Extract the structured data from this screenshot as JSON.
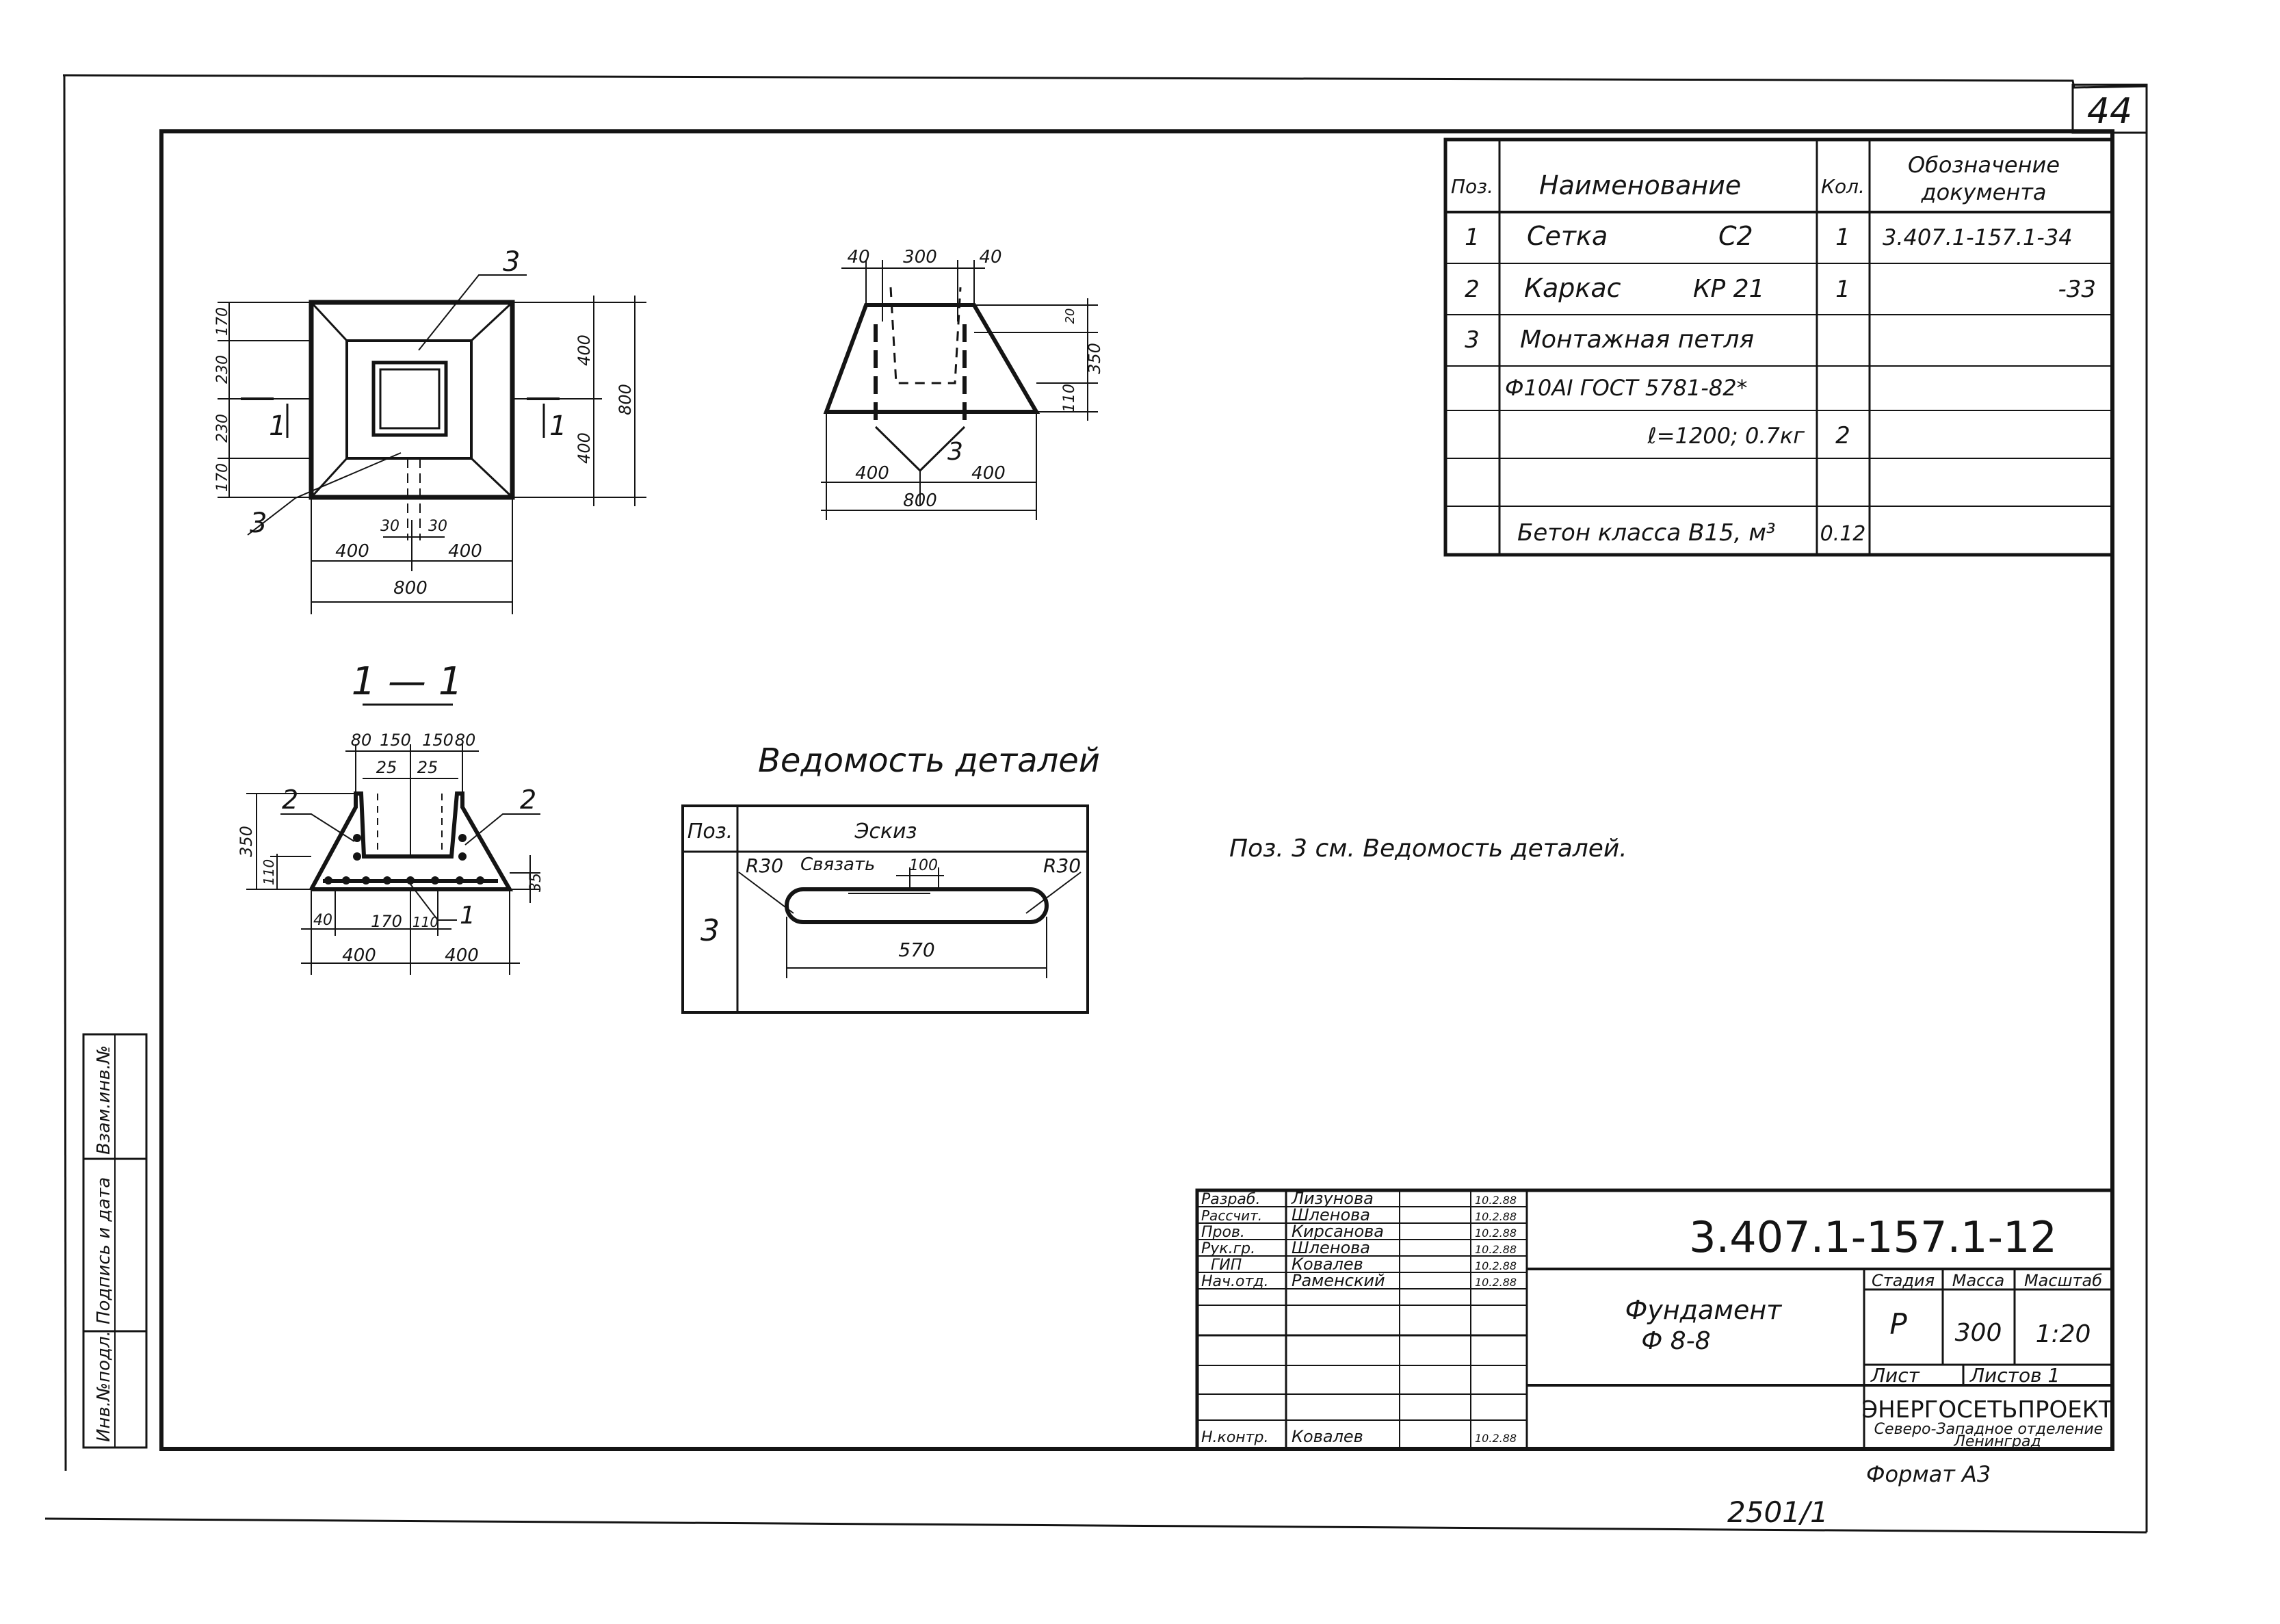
{
  "sheet": {
    "number": "44",
    "stamp_below": "2501/1",
    "format": "Формат А3",
    "side_stamp": [
      "Инв.№подл.",
      "Подпись и дата",
      "Взам.инв.№"
    ]
  },
  "spec_table": {
    "headers": {
      "pos": "Поз.",
      "name": "Наименование",
      "qty": "Кол.",
      "doc1": "Обозначение",
      "doc2": "документа"
    },
    "rows": [
      {
        "pos": "1",
        "name": "Сетка",
        "mark": "С2",
        "qty": "1",
        "doc": "3.407.1-157.1-34"
      },
      {
        "pos": "2",
        "name": "Каркас",
        "mark": "КР 21",
        "qty": "1",
        "doc": "-33"
      },
      {
        "pos": "3",
        "name": "Монтажная петля",
        "mark": "",
        "qty": "",
        "doc": ""
      },
      {
        "pos": "",
        "name": "Ф10АI  ГОСТ 5781-82*",
        "mark": "",
        "qty": "",
        "doc": ""
      },
      {
        "pos": "",
        "name": "ℓ=1200; 0.7кг",
        "mark": "",
        "qty": "2",
        "doc": ""
      },
      {
        "pos": "",
        "name": "",
        "mark": "",
        "qty": "",
        "doc": ""
      },
      {
        "pos": "",
        "name": "Бетон класса В15, м³",
        "mark": "",
        "qty": "0.12",
        "doc": ""
      }
    ]
  },
  "plan_view": {
    "dims_bottom": [
      "400",
      "400",
      "800",
      "30",
      "30"
    ],
    "dims_left": [
      "170",
      "230",
      "230",
      "170"
    ],
    "dims_right": [
      "400",
      "400",
      "800"
    ],
    "callouts": [
      "3",
      "3"
    ],
    "section_marks": [
      "1",
      "1"
    ]
  },
  "side_view": {
    "dims_top": [
      "40",
      "300",
      "40"
    ],
    "dims_right": [
      "20",
      "350",
      "110"
    ],
    "dims_bottom": [
      "400",
      "400",
      "800"
    ],
    "callout": "3"
  },
  "section": {
    "title": "1 — 1",
    "dims_top": [
      "80",
      "150",
      "150",
      "80",
      "25",
      "25"
    ],
    "dims_left": [
      "350",
      "110"
    ],
    "dims_right": [
      "35"
    ],
    "dims_bottom": [
      "40",
      "170",
      "110",
      "400",
      "400"
    ],
    "callouts": [
      "2",
      "2",
      "1"
    ]
  },
  "details": {
    "title": "Ведомость деталей",
    "col_pos": "Поз.",
    "col_sketch": "Эскиз",
    "pos": "3",
    "r_left": "R30",
    "r_right": "R30",
    "tie": "Связать",
    "tie_len": "100",
    "length": "570"
  },
  "note": "Поз. 3  см.  Ведомость  деталей.",
  "title_block": {
    "designation": "3.407.1-157.1-12",
    "people": [
      {
        "role": "Разраб.",
        "name": "Лизунова",
        "date": "10.2.88"
      },
      {
        "role": "Рассчит.",
        "name": "Шленова",
        "date": "10.2.88"
      },
      {
        "role": "Пров.",
        "name": "Кирсанова",
        "date": "10.2.88"
      },
      {
        "role": "Рук.гр.",
        "name": "Шленова",
        "date": "10.2.88"
      },
      {
        "role": "ГИП",
        "name": "Ковалев",
        "date": "10.2.88"
      },
      {
        "role": "Нач.отд.",
        "name": "Раменский",
        "date": "10.2.88"
      }
    ],
    "control": {
      "role": "Н.контр.",
      "name": "Ковалев",
      "date": "10.2.88"
    },
    "item_name1": "Фундамент",
    "item_name2": "Ф 8-8",
    "stage_label": "Стадия",
    "mass_label": "Масса",
    "scale_label": "Масштаб",
    "stage": "Р",
    "mass": "300",
    "scale": "1:20",
    "sheet_label": "Лист",
    "sheets_label": "Листов 1",
    "org1": "ЭНЕРГОСЕТЬПРОЕКТ",
    "org2": "Северо-Западное отделение",
    "org3": "Ленинград"
  }
}
